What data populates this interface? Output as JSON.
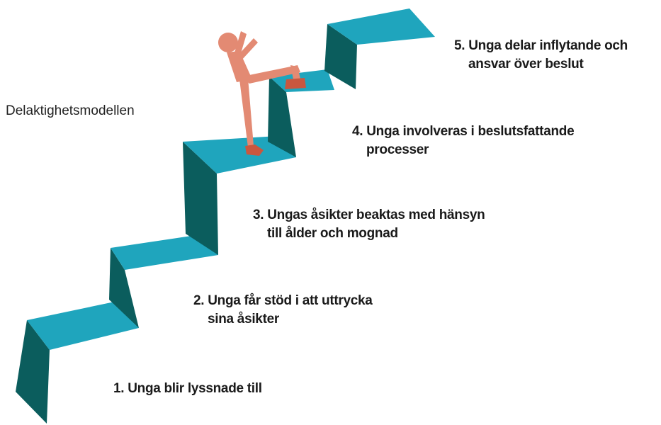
{
  "title": "Delaktighetsmodellen",
  "steps": [
    {
      "line1": "1. Unga blir lyssnade till",
      "line2": ""
    },
    {
      "line1": "2. Unga får stöd i att uttrycka",
      "line2": "sina åsikter"
    },
    {
      "line1": "3. Ungas åsikter beaktas med hänsyn",
      "line2": "till ålder och mognad"
    },
    {
      "line1": "4. Unga involveras i beslutsfattande",
      "line2": "processer"
    },
    {
      "line1": "5. Unga delar inflytande och",
      "line2": "ansvar över beslut"
    }
  ],
  "colors": {
    "tread": "#1fa5bd",
    "riser": "#0b5d5d",
    "figure": "#e38a73",
    "figure_dark": "#c9573f"
  }
}
